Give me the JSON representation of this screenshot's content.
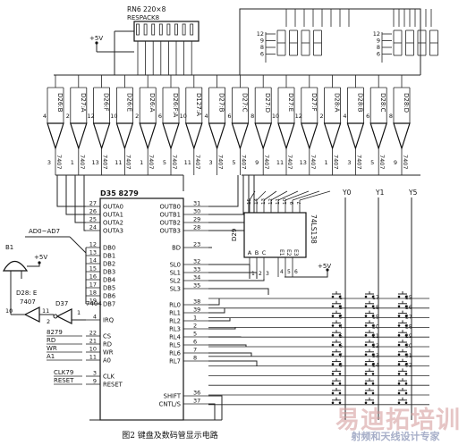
{
  "figure": {
    "caption": "图2  键盘及数码管显示电路",
    "watermark": "射频和天线设计专家",
    "watermark_logo": "易迪拓培训"
  },
  "colors": {
    "ink": "#111111",
    "watermark_logo": "#d29696",
    "watermark_sub": "#96a0be"
  },
  "respack": {
    "name": "RN6  220×8",
    "part": "RESPACK8"
  },
  "power": {
    "vcc": "+5V"
  },
  "drivers": [
    {
      "label": "D26:B",
      "in_pin": "3",
      "out_pin": "4",
      "part": "7407"
    },
    {
      "label": "D27:A",
      "in_pin": "1",
      "out_pin": "2",
      "part": "7407"
    },
    {
      "label": "D26:F",
      "in_pin": "13",
      "out_pin": "12",
      "part": "7407"
    },
    {
      "label": "D26:E",
      "in_pin": "11",
      "out_pin": "10",
      "part": "7407"
    },
    {
      "label": "D26:A",
      "in_pin": "1",
      "out_pin": "2",
      "part": "7407"
    },
    {
      "label": "D26:F:A",
      "in_pin": "5",
      "out_pin": "6",
      "part": "7407"
    },
    {
      "label": "D127:A",
      "in_pin": "11",
      "out_pin": "10",
      "part": "7407"
    },
    {
      "label": "D27:B",
      "in_pin": "3",
      "out_pin": "4",
      "part": "7407"
    },
    {
      "label": "D27:C",
      "in_pin": "5",
      "out_pin": "6",
      "part": "7407"
    },
    {
      "label": "D27:D",
      "in_pin": "9",
      "out_pin": "8",
      "part": "7407"
    },
    {
      "label": "D27:E",
      "in_pin": "11",
      "out_pin": "10",
      "part": "7407"
    },
    {
      "label": "D27:F",
      "in_pin": "13",
      "out_pin": "12",
      "part": "7407"
    },
    {
      "label": "D28:A",
      "in_pin": "1",
      "out_pin": "2",
      "part": "7407"
    },
    {
      "label": "D28:B",
      "in_pin": "3",
      "out_pin": "4",
      "part": "7407"
    },
    {
      "label": "D28:C",
      "in_pin": "5",
      "out_pin": "6",
      "part": "7407"
    },
    {
      "label": "D28:D",
      "in_pin": "9",
      "out_pin": "8",
      "part": "7407"
    }
  ],
  "displays": [
    {
      "pins": [
        "12",
        "9",
        "8",
        "6"
      ]
    },
    {
      "pins": [
        "12",
        "9",
        "8",
        "6"
      ]
    }
  ],
  "ic8279": {
    "title": "D35  8279",
    "left_pins": [
      {
        "num": "27",
        "name": "OUTA0"
      },
      {
        "num": "26",
        "name": "OUTA1"
      },
      {
        "num": "25",
        "name": "OUTA2"
      },
      {
        "num": "24",
        "name": "OUTA3"
      },
      {
        "num": "12",
        "name": "DB0"
      },
      {
        "num": "13",
        "name": "DB1"
      },
      {
        "num": "14",
        "name": "DB2"
      },
      {
        "num": "15",
        "name": "DB3"
      },
      {
        "num": "16",
        "name": "DB4"
      },
      {
        "num": "17",
        "name": "DB5"
      },
      {
        "num": "18",
        "name": "DB6"
      },
      {
        "num": "19",
        "name": "DB7"
      },
      {
        "num": "4",
        "name": "IRQ"
      },
      {
        "num": "22",
        "name": "CS"
      },
      {
        "num": "21",
        "name": "RD"
      },
      {
        "num": "10",
        "name": "WR"
      },
      {
        "num": "11",
        "name": "A0"
      },
      {
        "num": "3",
        "name": "CLK"
      },
      {
        "num": "9",
        "name": "RESET"
      }
    ],
    "right_pins": [
      {
        "num": "31",
        "name": "OUTB0"
      },
      {
        "num": "30",
        "name": "OUTB1"
      },
      {
        "num": "29",
        "name": "OUTB2"
      },
      {
        "num": "28",
        "name": "OUTB3"
      },
      {
        "num": "23",
        "name": "BD"
      },
      {
        "num": "32",
        "name": "SL0"
      },
      {
        "num": "33",
        "name": "SL1"
      },
      {
        "num": "34",
        "name": "SL2"
      },
      {
        "num": "35",
        "name": "SL3"
      },
      {
        "num": "38",
        "name": "RL0"
      },
      {
        "num": "39",
        "name": "RL1"
      },
      {
        "num": "1",
        "name": "RL2"
      },
      {
        "num": "2",
        "name": "RL3"
      },
      {
        "num": "5",
        "name": "RL4"
      },
      {
        "num": "6",
        "name": "RL5"
      },
      {
        "num": "7",
        "name": "RL6"
      },
      {
        "num": "8",
        "name": "RL7"
      },
      {
        "num": "36",
        "name": "SHIFT"
      },
      {
        "num": "37",
        "name": "CNTL/S"
      }
    ]
  },
  "signals": {
    "bus": "AD0~AD7",
    "cs": "8279",
    "rd": "RD",
    "wr": "WR",
    "a0": "A1",
    "clk": "CLK79",
    "reset": "RESET"
  },
  "buzzer": {
    "label": "B1",
    "supply": "+5V"
  },
  "gate_d28": {
    "label": "D28: E",
    "part": "7407",
    "in_pin": "11",
    "out_pin": "10"
  },
  "gate_d37": {
    "label": "D37",
    "part": "7404",
    "in_pin": "1",
    "out_pin": "2"
  },
  "ic138": {
    "name": "74LS138",
    "ref": "D29",
    "inputs": [
      {
        "num": "1",
        "name": "A"
      },
      {
        "num": "2",
        "name": "B"
      },
      {
        "num": "3",
        "name": "C"
      }
    ],
    "enables": [
      {
        "num": "4",
        "name": "E1"
      },
      {
        "num": "5",
        "name": "E2"
      },
      {
        "num": "6",
        "name": "E3"
      }
    ],
    "top_pins": [
      "15",
      "14",
      "13",
      "12",
      "11",
      "10",
      "9",
      "7"
    ],
    "supply": "+5V"
  },
  "keypad": {
    "columns": [
      "Y0",
      "Y1",
      "Y5"
    ],
    "key_labels": [
      [
        "1",
        "17",
        "25"
      ],
      [
        "2",
        "18",
        "26"
      ],
      [
        "3",
        "19",
        "27"
      ],
      [
        "4",
        "20",
        "28"
      ],
      [
        "5",
        "21",
        "29"
      ],
      [
        "6",
        "22",
        "30"
      ],
      [
        "7",
        "23",
        "31"
      ],
      [
        "8",
        "24",
        "32"
      ],
      [
        "",
        "",
        ""
      ],
      [
        "",
        "",
        ""
      ],
      [
        "",
        "",
        ""
      ],
      [
        "",
        "",
        ""
      ]
    ]
  }
}
